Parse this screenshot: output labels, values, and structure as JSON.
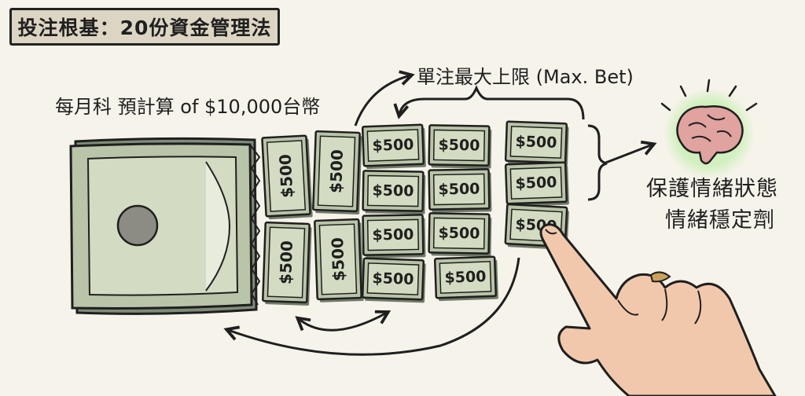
{
  "title": "投注根基：20份資金管理法",
  "monthly_budget_label": "每月科 預計算 of $10,000台幣",
  "max_bet_label": "單注最大上限 (Max. Bet)",
  "emotional_state": {
    "line1": "保護情緒狀態",
    "line2": "情緒穩定劑"
  },
  "unit_bill_value": "$500",
  "bill_counts": {
    "vertical": 4,
    "horizontal": 11
  },
  "colors": {
    "bill_green": "#b9c4a8",
    "bill_inner": "#d3dcc2",
    "background": "#f6f3ea",
    "title_box": "#ddd5c3",
    "brain_glow": "#c8efb4",
    "brain_pink": "#e0a3a0",
    "hand_skin": "#f2c8ac"
  },
  "icons": [
    "large-banknote-icon",
    "brain-icon",
    "pointing-hand-icon",
    "arrow-icon",
    "bracket-icon"
  ]
}
